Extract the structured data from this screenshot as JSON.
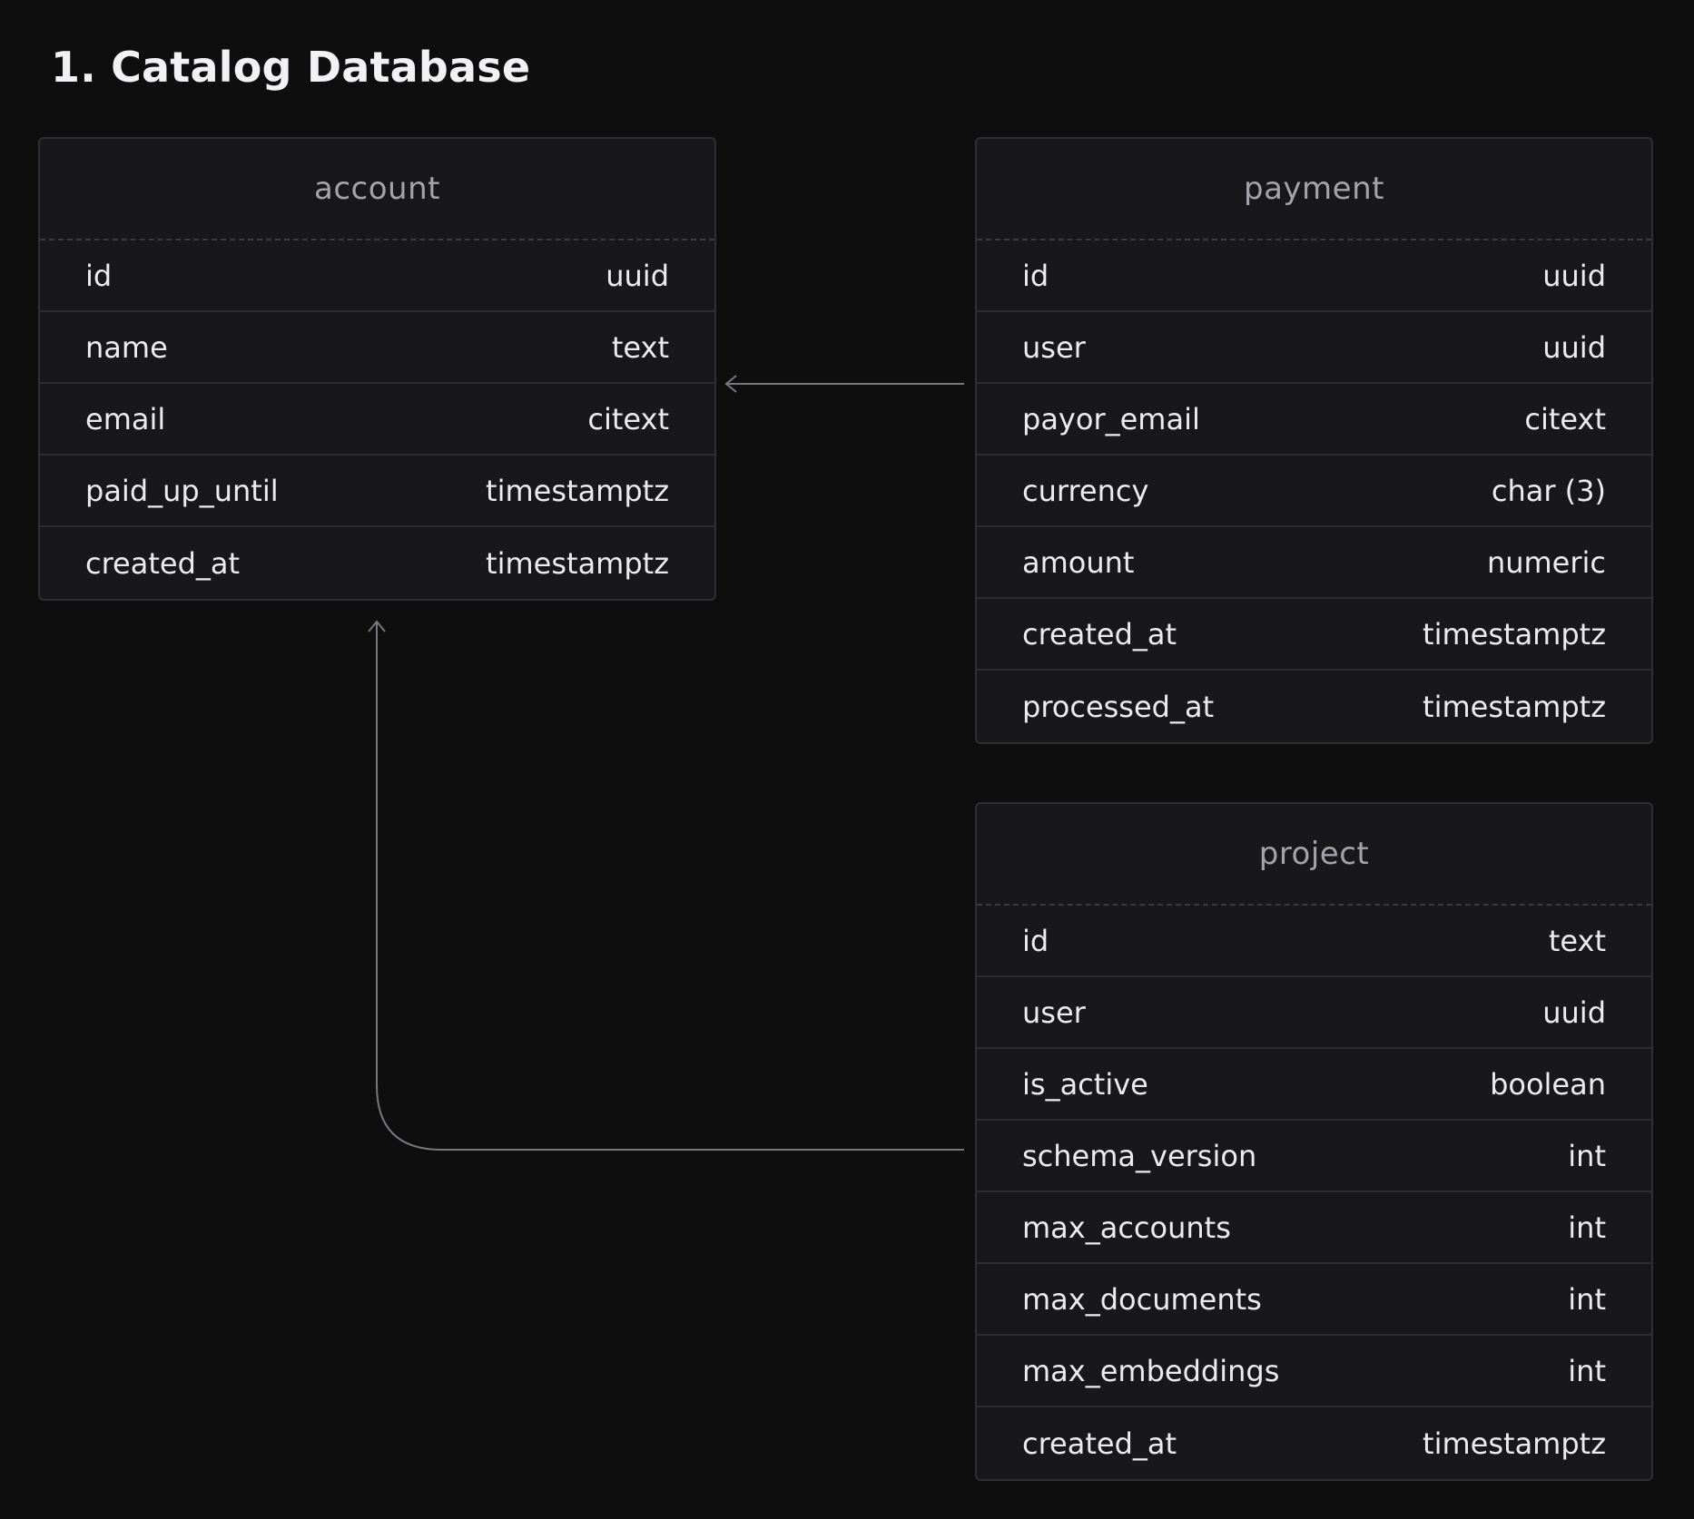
{
  "title": "1.  Catalog Database",
  "tables": [
    {
      "name": "account",
      "columns": [
        {
          "name": "id",
          "type": "uuid"
        },
        {
          "name": "name",
          "type": "text"
        },
        {
          "name": "email",
          "type": "citext"
        },
        {
          "name": "paid_up_until",
          "type": "timestamptz"
        },
        {
          "name": "created_at",
          "type": "timestamptz"
        }
      ]
    },
    {
      "name": "payment",
      "columns": [
        {
          "name": "id",
          "type": "uuid"
        },
        {
          "name": "user",
          "type": "uuid"
        },
        {
          "name": "payor_email",
          "type": "citext"
        },
        {
          "name": "currency",
          "type": "char (3)"
        },
        {
          "name": "amount",
          "type": "numeric"
        },
        {
          "name": "created_at",
          "type": "timestamptz"
        },
        {
          "name": "processed_at",
          "type": "timestamptz"
        }
      ]
    },
    {
      "name": "project",
      "columns": [
        {
          "name": "id",
          "type": "text"
        },
        {
          "name": "user",
          "type": "uuid"
        },
        {
          "name": "is_active",
          "type": "boolean"
        },
        {
          "name": "schema_version",
          "type": "int"
        },
        {
          "name": "max_accounts",
          "type": "int"
        },
        {
          "name": "max_documents",
          "type": "int"
        },
        {
          "name": "max_embeddings",
          "type": "int"
        },
        {
          "name": "created_at",
          "type": "timestamptz"
        }
      ]
    }
  ],
  "relations": [
    {
      "from": "payment.user",
      "to": "account"
    },
    {
      "from": "project.schema_version",
      "to": "account"
    }
  ],
  "colors": {
    "background": "#0e0e0f",
    "table_bg": "#18181b",
    "border": "#2e2e33",
    "header_text": "#a3a3aa",
    "row_text": "#ececef",
    "connector": "#77777d"
  }
}
